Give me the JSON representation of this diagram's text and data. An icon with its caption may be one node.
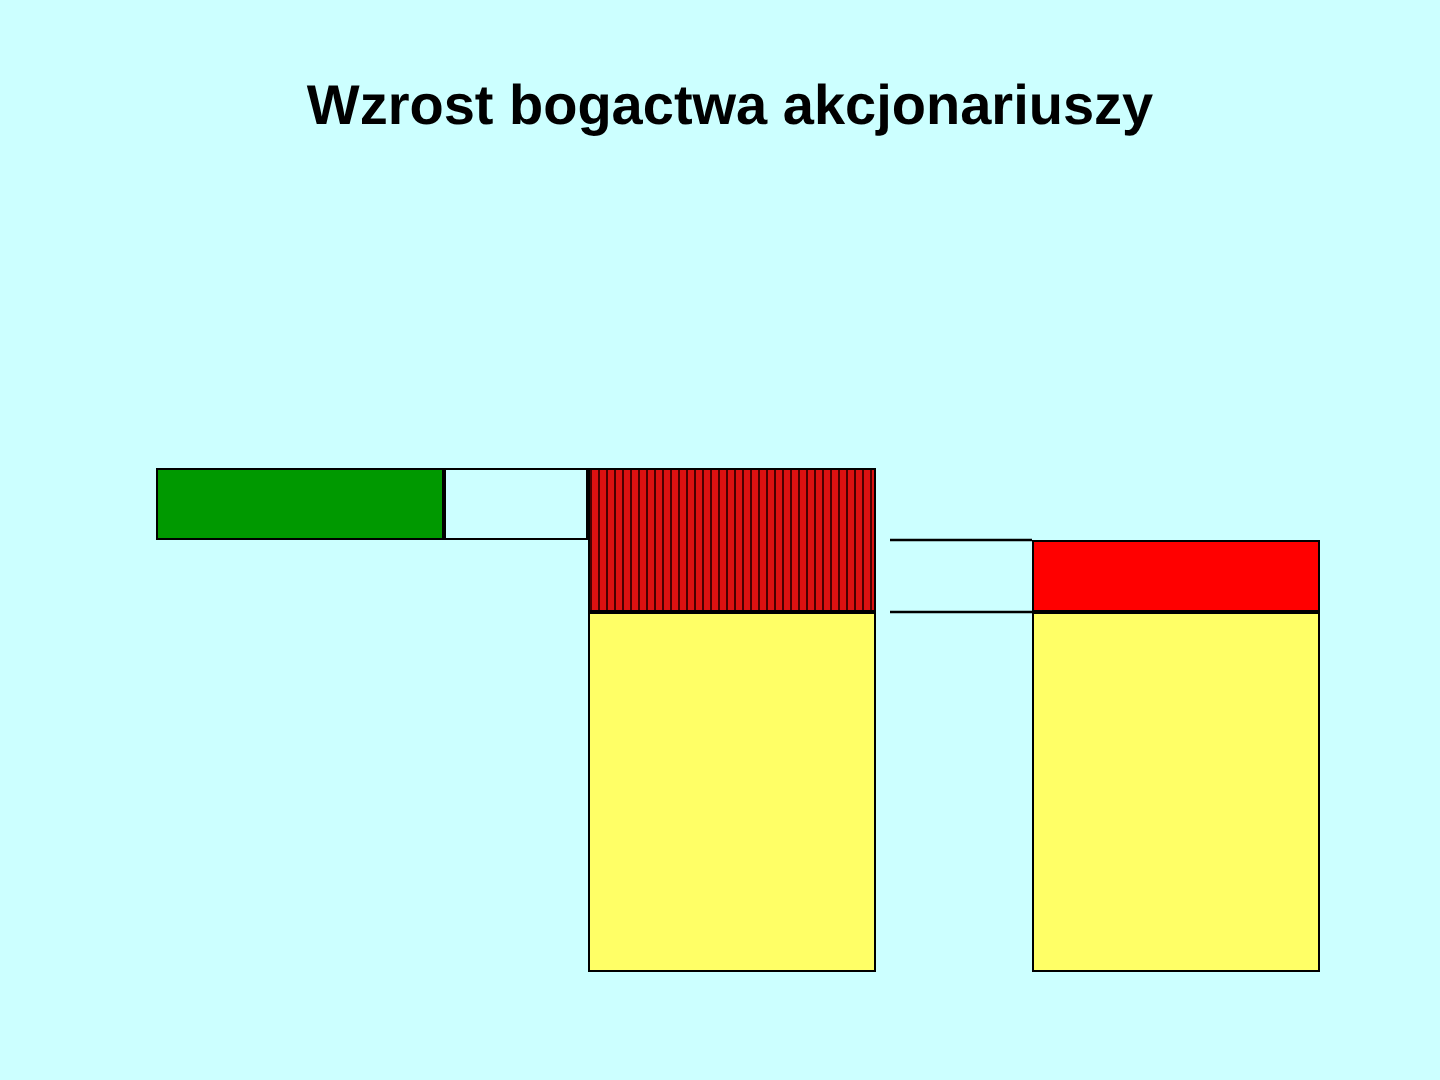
{
  "diagram": {
    "title": "Wzrost bogactwa akcjonariuszy",
    "nodes": [
      {
        "text": [],
        "shape": "box"
      },
      {
        "text": [],
        "shape": "box"
      },
      {
        "text": [],
        "shape": "box"
      },
      {
        "text": [],
        "shape": "box"
      },
      {
        "text": [],
        "shape": "box"
      },
      {
        "text": [],
        "shape": "box"
      }
    ],
    "edges": [
      {
        "from": 2,
        "to": 4,
        "arrow": "none"
      },
      {
        "from": 2,
        "to": 4,
        "arrow": "none"
      }
    ]
  }
}
